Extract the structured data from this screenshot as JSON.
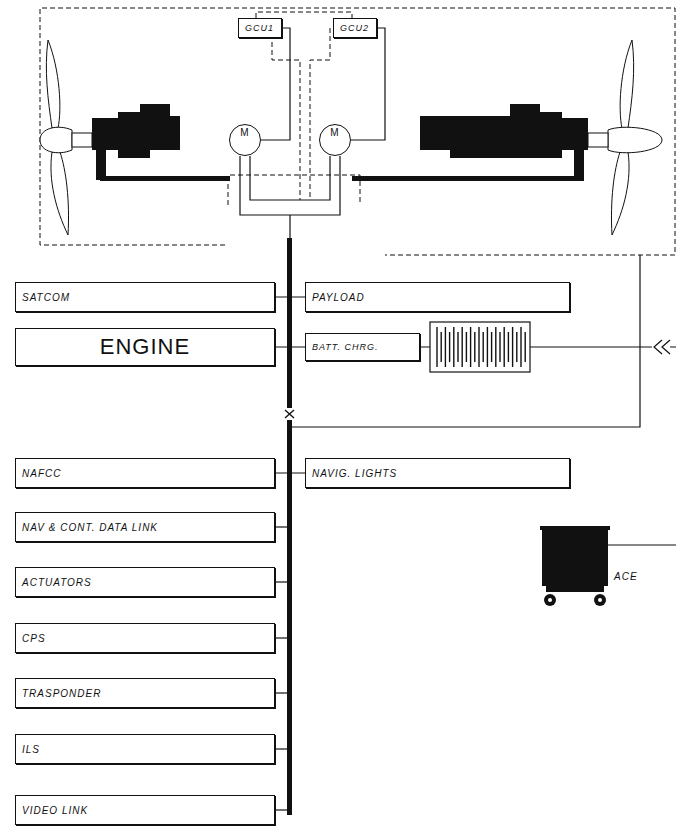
{
  "diagram": {
    "nodes": [
      {
        "text": [
          "GCU1"
        ]
      },
      {
        "text": [
          "GCU2"
        ]
      },
      {
        "text": [
          "M"
        ]
      },
      {
        "text": [
          "M"
        ]
      },
      {
        "text": [
          "SATCOM"
        ]
      },
      {
        "text": [
          "PAYLOAD"
        ]
      },
      {
        "text": [
          "ENGINE"
        ]
      },
      {
        "text": [
          "BATT. CHRG."
        ]
      },
      {
        "text": [
          "NAFCC"
        ]
      },
      {
        "text": [
          "NAVIG. LIGHTS"
        ]
      },
      {
        "text": [
          "NAV & CONT. DATA LINK"
        ]
      },
      {
        "text": [
          "ACTUATORS"
        ]
      },
      {
        "text": [
          "CPS"
        ]
      },
      {
        "text": [
          "TRASPONDER"
        ]
      },
      {
        "text": [
          "ILS"
        ]
      },
      {
        "text": [
          "VIDEO LINK"
        ]
      }
    ],
    "edges": [
      {
        "from": 0,
        "to": 2,
        "arrow": "none"
      },
      {
        "from": 1,
        "to": 3,
        "arrow": "none"
      }
    ],
    "labels": [
      "ACE"
    ]
  }
}
